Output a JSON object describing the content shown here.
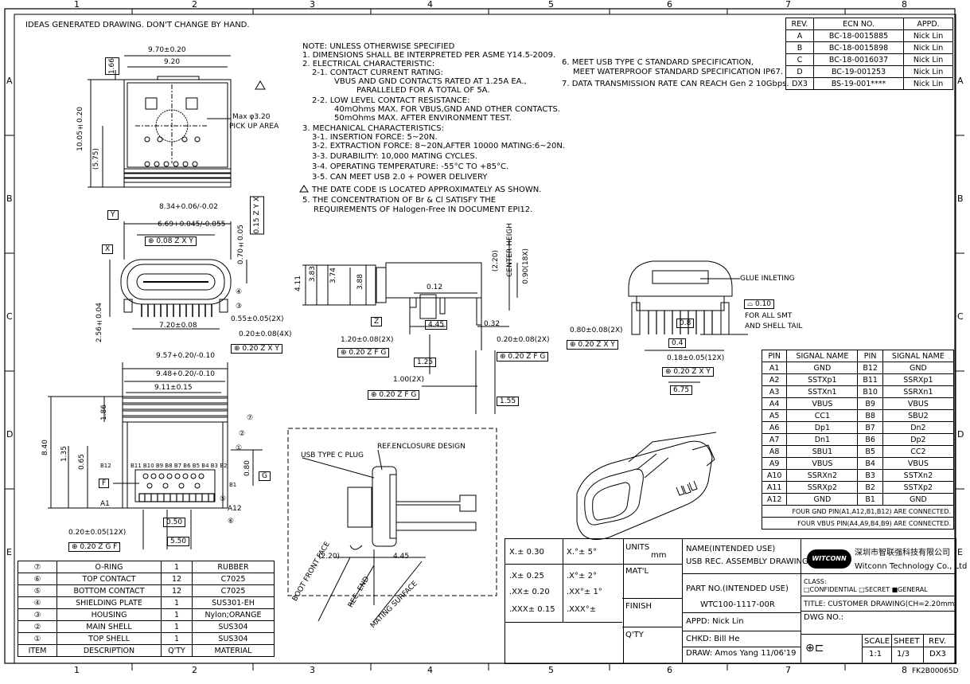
{
  "zones": {
    "top": [
      "1",
      "2",
      "3",
      "4",
      "5",
      "6",
      "7",
      "8"
    ],
    "side": [
      "A",
      "B",
      "C",
      "D",
      "E"
    ]
  },
  "header_note": "IDEAS GENERATED DRAWING. DON'T CHANGE BY HAND.",
  "notes": [
    "NOTE: UNLESS OTHERWISE SPECIFIED",
    "1. DIMENSIONS SHALL BE INTERPRETED PER ASME Y14.5-2009.",
    "2. ELECTRICAL CHARACTERISTIC:",
    "2-1. CONTACT CURRENT RATING:",
    "VBUS AND GND CONTACTS RATED AT 1.25A EA.,",
    "PARALLELED FOR A TOTAL OF 5A.",
    "2-2. LOW LEVEL CONTACT RESISTANCE:",
    "40mOhms MAX. FOR VBUS,GND AND OTHER CONTACTS.",
    "50mOhms MAX. AFTER ENVIRONMENT TEST.",
    "3. MECHANICAL CHARACTERISTICS:",
    "3-1. INSERTION FORCE: 5~20N.",
    "3-2. EXTRACTION FORCE: 8~20N,AFTER 10000 MATING:6~20N.",
    "3-3. DURABILITY: 10,000 MATING CYCLES.",
    "3-4. OPERATING TEMPERATURE: -55°C TO +85°C.",
    "3-5. CAN MEET USB 2.0 + POWER DELIVERY",
    "THE DATE CODE IS LOCATED APPROXIMATELY AS SHOWN.",
    "5. THE CONCENTRATION OF Br & Cl SATISFY THE",
    "REQUIREMENTS OF Halogen-Free IN DOCUMENT EPI12."
  ],
  "notes_right": [
    "6. MEET USB TYPE C STANDARD SPECIFICATION,",
    "MEET WATERPROOF STANDARD SPECIFICATION IP67.",
    "7. DATA TRANSMISSION RATE CAN REACH Gen 2 10Gbps."
  ],
  "revision_table": {
    "headers": [
      "REV.",
      "ECN  NO.",
      "APPD."
    ],
    "rows": [
      [
        "A",
        "BC-18-0015885",
        "Nick Lin"
      ],
      [
        "B",
        "BC-18-0015898",
        "Nick Lin"
      ],
      [
        "C",
        "BC-18-0016037",
        "Nick Lin"
      ],
      [
        "D",
        "BC-19-001253",
        "Nick Lin"
      ],
      [
        "DX3",
        "BS-19-001****",
        "Nick Lin"
      ]
    ]
  },
  "pin_table": {
    "headers": [
      "PIN",
      "SIGNAL NAME",
      "PIN",
      "SIGNAL NAME"
    ],
    "rows": [
      [
        "A1",
        "GND",
        "B12",
        "GND"
      ],
      [
        "A2",
        "SSTXp1",
        "B11",
        "SSRXp1"
      ],
      [
        "A3",
        "SSTXn1",
        "B10",
        "SSRXn1"
      ],
      [
        "A4",
        "VBUS",
        "B9",
        "VBUS"
      ],
      [
        "A5",
        "CC1",
        "B8",
        "SBU2"
      ],
      [
        "A6",
        "Dp1",
        "B7",
        "Dn2"
      ],
      [
        "A7",
        "Dn1",
        "B6",
        "Dp2"
      ],
      [
        "A8",
        "SBU1",
        "B5",
        "CC2"
      ],
      [
        "A9",
        "VBUS",
        "B4",
        "VBUS"
      ],
      [
        "A10",
        "SSRXn2",
        "B3",
        "SSTXn2"
      ],
      [
        "A11",
        "SSRXp2",
        "B2",
        "SSTXp2"
      ],
      [
        "A12",
        "GND",
        "B1",
        "GND"
      ]
    ],
    "foot1": "FOUR GND PIN(A1,A12,B1,B12) ARE CONNECTED.",
    "foot2": "FOUR VBUS PIN(A4,A9,B4,B9) ARE CONNECTED."
  },
  "bom": {
    "headers": [
      "ITEM",
      "DESCRIPTION",
      "Q'TY",
      "MATERIAL"
    ],
    "rows": [
      [
        "⑦",
        "O-RING",
        "1",
        "RUBBER"
      ],
      [
        "⑥",
        "TOP CONTACT",
        "12",
        "C7025"
      ],
      [
        "⑤",
        "BOTTOM CONTACT",
        "12",
        "C7025"
      ],
      [
        "④",
        "SHIELDING PLATE",
        "1",
        "SUS301-EH"
      ],
      [
        "③",
        "HOUSING",
        "1",
        "Nylon;ORANGE"
      ],
      [
        "②",
        "MAIN SHELL",
        "1",
        "SUS304"
      ],
      [
        "①",
        "TOP SHELL",
        "1",
        "SUS304"
      ]
    ]
  },
  "title_block": {
    "tol1": [
      "X.± 0.30",
      ".X± 0.25",
      ".XX± 0.20",
      ".XXX± 0.15"
    ],
    "tol2": [
      "X.°±   5°",
      ".X°±   2°",
      ".XX°±  1°",
      ".XXX°±"
    ],
    "units_label": "UNITS",
    "units": "mm",
    "matl": "MAT'L",
    "finish": "FINISH",
    "qty": "Q'TY",
    "name_label": "NAME(INTENDED USE)",
    "name": "USB REC. ASSEMBLY DRAWING",
    "part_label": "PART NO.(INTENDED USE)",
    "part": "WTC100-1117-00R",
    "appd": "APPD:  Nick Lin",
    "chkd": "CHKD:  Bill He",
    "draw": "DRAW:  Amos Yang 11/06'19",
    "company_cn": "深圳市智联强科技有限公司",
    "company_en": "Witconn Technology Co., Ltd",
    "logo": "WITCONN",
    "class_label": "CLASS:",
    "class_opts": "□CONFIDENTIAL   □SECRET   ■GENERAL",
    "title": "TITLE: CUSTOMER DRAWING(CH=2.20mm)",
    "dwg": "DWG NO.:",
    "scale_label": "SCALE",
    "sheet_label": "SHEET",
    "rev_label": "REV.",
    "scale": "1:1",
    "sheet": "1/3",
    "rev": "DX3",
    "doc_code": "FK2B00065D"
  },
  "dims": {
    "d970": "9.70±0.20",
    "d920": "9.20",
    "d166": "1.66",
    "d1005": "10.05±0.20",
    "d575": "(5.75)",
    "max320": "Max φ3.20",
    "pickup": "PICK UP AREA",
    "d834": "8.34+0.06/-0.02",
    "d669": "6.69+0.045/-0.055",
    "fcf1": "⊕ 0.08 Z X Y",
    "d070": "0.70±0.05",
    "fcf2": "0.15 Z Y X",
    "d256": "2.56±0.04",
    "d720": "7.20±0.08",
    "d055": "0.55±0.05(2X)",
    "d020_4x": "0.20±0.08(4X)",
    "fcf3": "⊕ 0.20 Z X Y",
    "d957": "9.57+0.20/-0.10",
    "d948": "9.48+0.20/-0.10",
    "d911": "9.11±0.15",
    "d186": "1.86",
    "d840": "8.40",
    "d135": "1.35",
    "d065": "0.65",
    "d080": "0.80",
    "d050": "0.50",
    "d550": "5.50",
    "d020_12x": "0.20±0.05(12X)",
    "fcf4": "⊕ 0.20 Z G F",
    "d411": "4.11",
    "d383": "3.83",
    "d374": "3.74",
    "d388": "3.88",
    "d220": "(2.20)",
    "center": "CENTER HEIGH",
    "d090": "0.90(18X)",
    "d012": "0.12",
    "d445": "4.45",
    "d032": "0.32",
    "d120": "1.20±0.08(2X)",
    "fcf5": "⊕ 0.20 Z F G",
    "d125": "1.25",
    "d100": "1.00(2X)",
    "fcf6": "⊕ 0.20 Z F G",
    "d155": "1.55",
    "d020_2x": "0.20±0.08(2X)",
    "fcf7": "⊕ 0.20 Z F G",
    "d080_2x": "0.80±0.08(2X)",
    "fcf8": "⊕ 0.20 Z X Y",
    "d08": "0.8",
    "d04": "0.4",
    "d018": "0.18±0.05(12X)",
    "fcf9": "⊕ 0.20 Z X Y",
    "d675": "6.75",
    "glue": "GLUE INLETING",
    "flat": "⌓ 0.10",
    "smt1": "FOR ALL SMT",
    "smt2": "AND SHELL TAIL",
    "plug": "USB TYPE C PLUG",
    "enc": "REF.ENCLOSURE DESIGN",
    "d220b": "(2.20)",
    "d445b": "4.45",
    "boot": "BOOT FRONT FACE",
    "recend": "REC. END",
    "mating": "MATING SURFACE",
    "b12": "B12",
    "b1": "B1",
    "a1": "A1",
    "a12": "A12",
    "pin_row": "B11 B10 B9 B8 B7 B6 B5 B4 B3 B2",
    "datum_y": "Y",
    "datum_x": "X",
    "datum_z": "Z",
    "datum_f": "F",
    "datum_g": "G"
  }
}
